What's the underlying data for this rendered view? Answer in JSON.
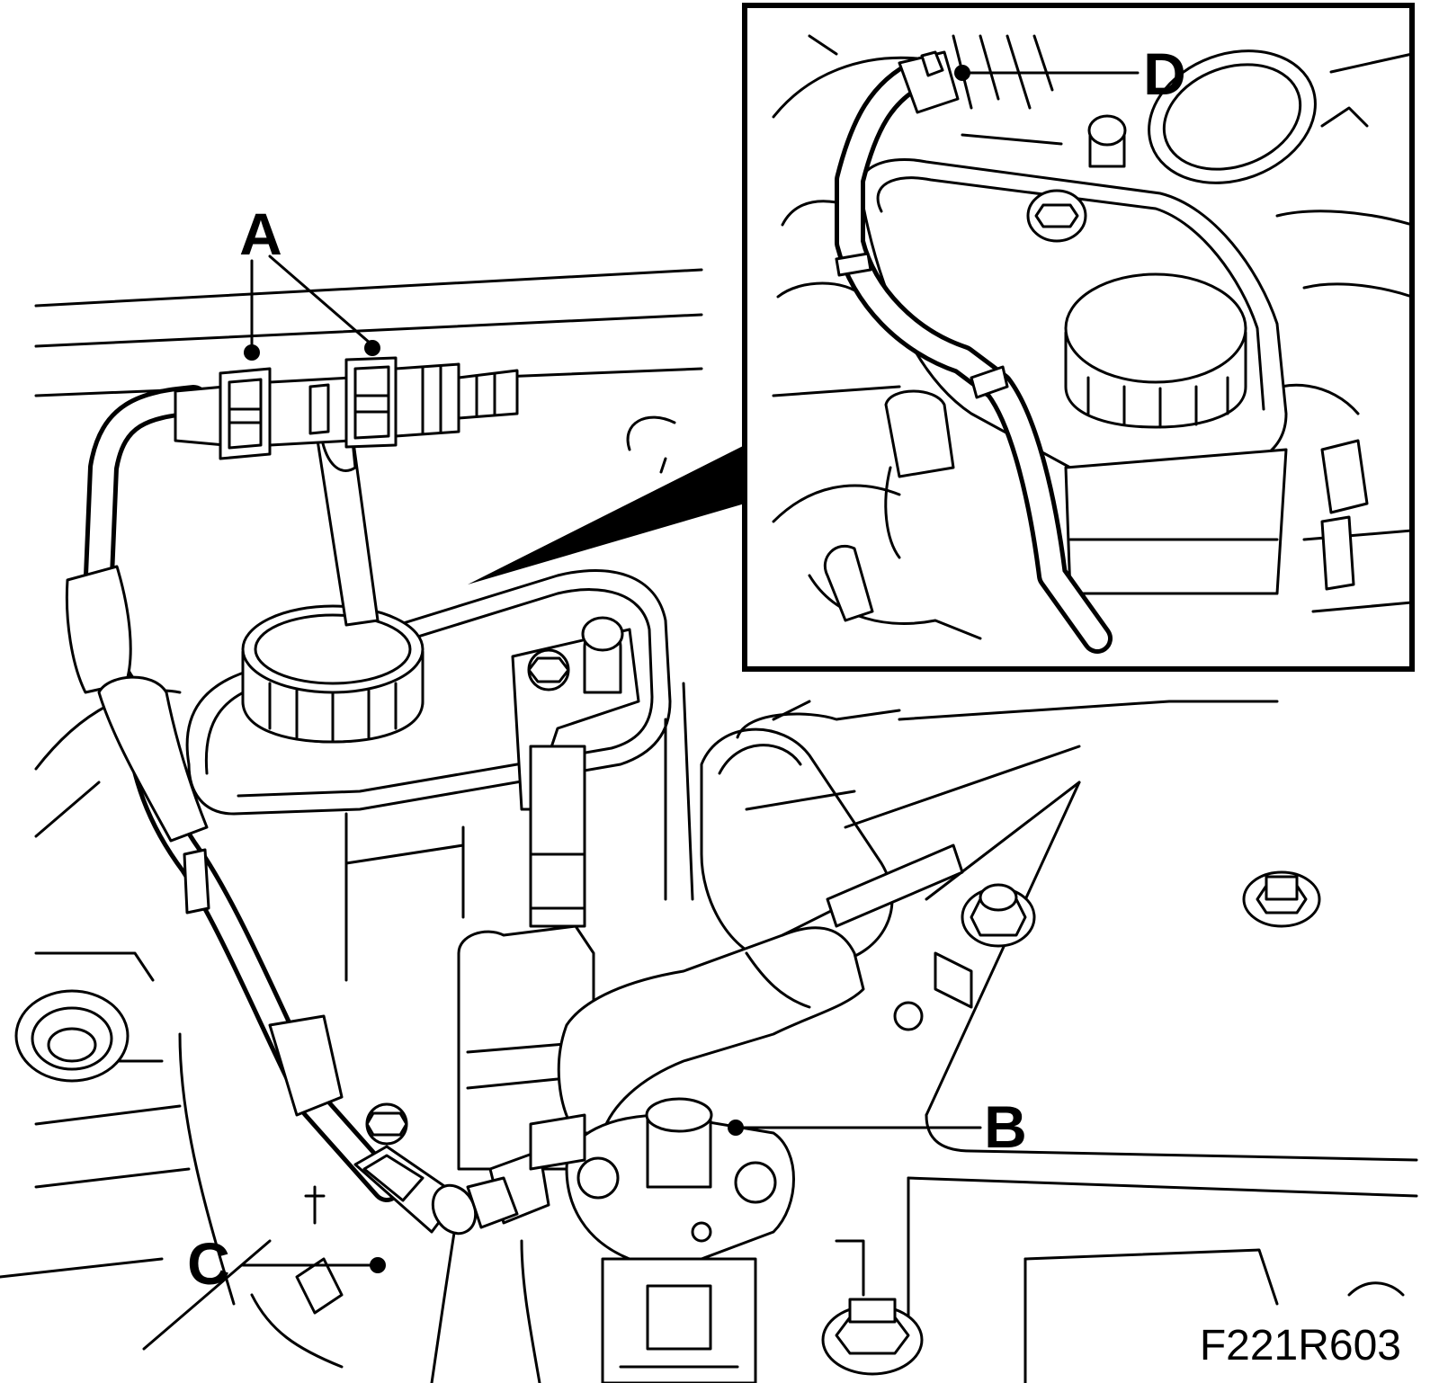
{
  "labels": {
    "a": "A",
    "b": "B",
    "c": "C",
    "d": "D"
  },
  "figure_id": "F221R603"
}
